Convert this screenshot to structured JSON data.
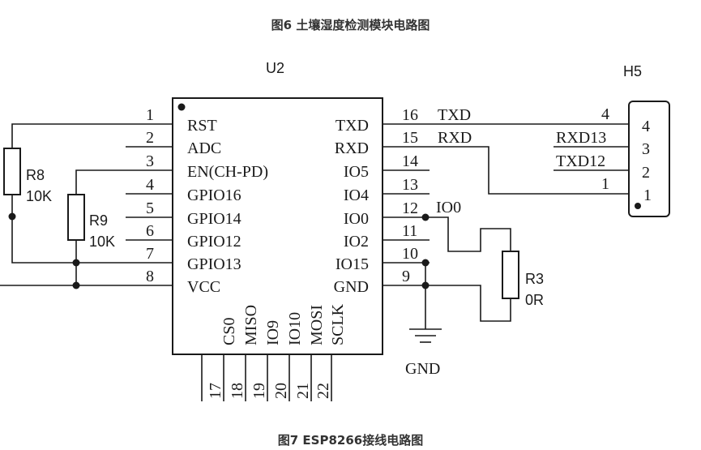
{
  "captions": {
    "top": "图6 土壤湿度检测模块电路图",
    "bottom": "图7 ESP8266接线电路图"
  },
  "chip": {
    "ref": "U2",
    "left_pins": [
      {
        "num": "1",
        "label": "RST"
      },
      {
        "num": "2",
        "label": "ADC"
      },
      {
        "num": "3",
        "label": "EN(CH-PD)"
      },
      {
        "num": "4",
        "label": "GPIO16"
      },
      {
        "num": "5",
        "label": "GPIO14"
      },
      {
        "num": "6",
        "label": "GPIO12"
      },
      {
        "num": "7",
        "label": "GPIO13"
      },
      {
        "num": "8",
        "label": "VCC"
      }
    ],
    "right_pins": [
      {
        "num": "16",
        "label": "TXD"
      },
      {
        "num": "15",
        "label": "RXD"
      },
      {
        "num": "14",
        "label": "IO5"
      },
      {
        "num": "13",
        "label": "IO4"
      },
      {
        "num": "12",
        "label": "IO0"
      },
      {
        "num": "11",
        "label": "IO2"
      },
      {
        "num": "10",
        "label": "IO15"
      },
      {
        "num": "9",
        "label": "GND"
      }
    ],
    "bottom_pins": [
      {
        "num": "17",
        "label": "CS0"
      },
      {
        "num": "18",
        "label": "MISO"
      },
      {
        "num": "19",
        "label": "IO9"
      },
      {
        "num": "20",
        "label": "IO10"
      },
      {
        "num": "21",
        "label": "MOSI"
      },
      {
        "num": "22",
        "label": "SCLK"
      }
    ]
  },
  "nets": {
    "txd": "TXD",
    "rxd": "RXD",
    "io0": "IO0",
    "gnd": "GND"
  },
  "connector": {
    "ref": "H5",
    "pins_inside": [
      "4",
      "3",
      "2",
      "1"
    ],
    "wires": [
      {
        "num": "4",
        "label": ""
      },
      {
        "num": "3",
        "label": "RXD13"
      },
      {
        "num": "2",
        "label": "TXD12"
      },
      {
        "num": "1",
        "label": ""
      }
    ]
  },
  "resistors": {
    "r8": {
      "ref": "R8",
      "value": "10K"
    },
    "r9": {
      "ref": "R9",
      "value": "10K"
    },
    "r3": {
      "ref": "R3",
      "value": "0R"
    }
  }
}
